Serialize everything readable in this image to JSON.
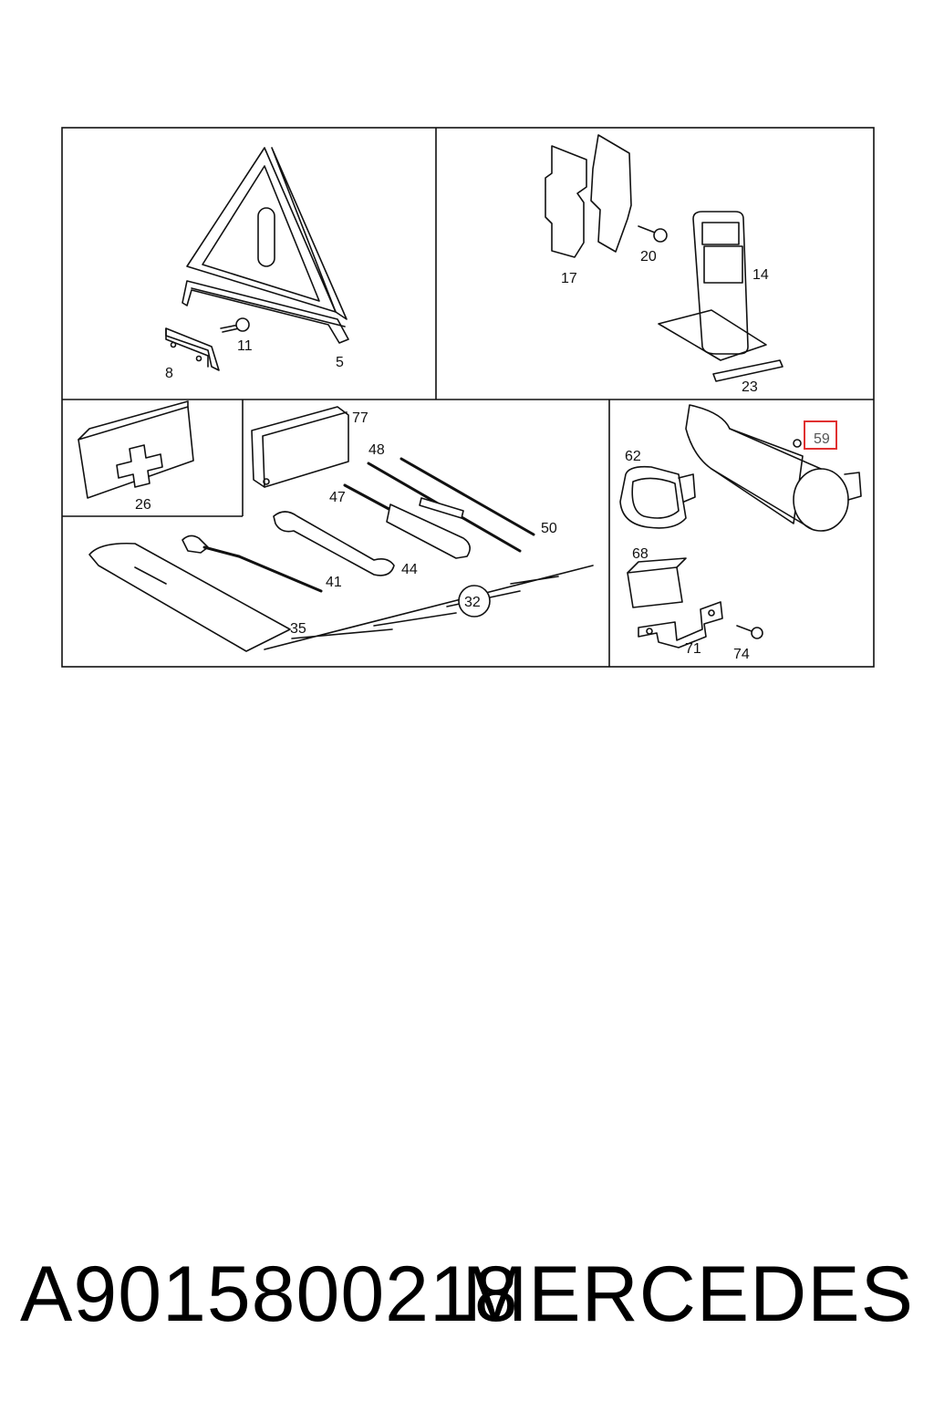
{
  "diagram": {
    "callouts": {
      "c5": "5",
      "c8": "8",
      "c11": "11",
      "c14": "14",
      "c17": "17",
      "c20": "20",
      "c23": "23",
      "c26": "26",
      "c32": "32",
      "c35": "35",
      "c41": "41",
      "c44": "44",
      "c47": "47",
      "c48": "48",
      "c50": "50",
      "c59": "59",
      "c62": "62",
      "c68": "68",
      "c71": "71",
      "c74": "74",
      "c77": "77"
    },
    "highlighted_callout": "59",
    "highlight_color": "#e03030"
  },
  "footer": {
    "part_number": "A9015800218",
    "brand": "MERCEDES"
  }
}
